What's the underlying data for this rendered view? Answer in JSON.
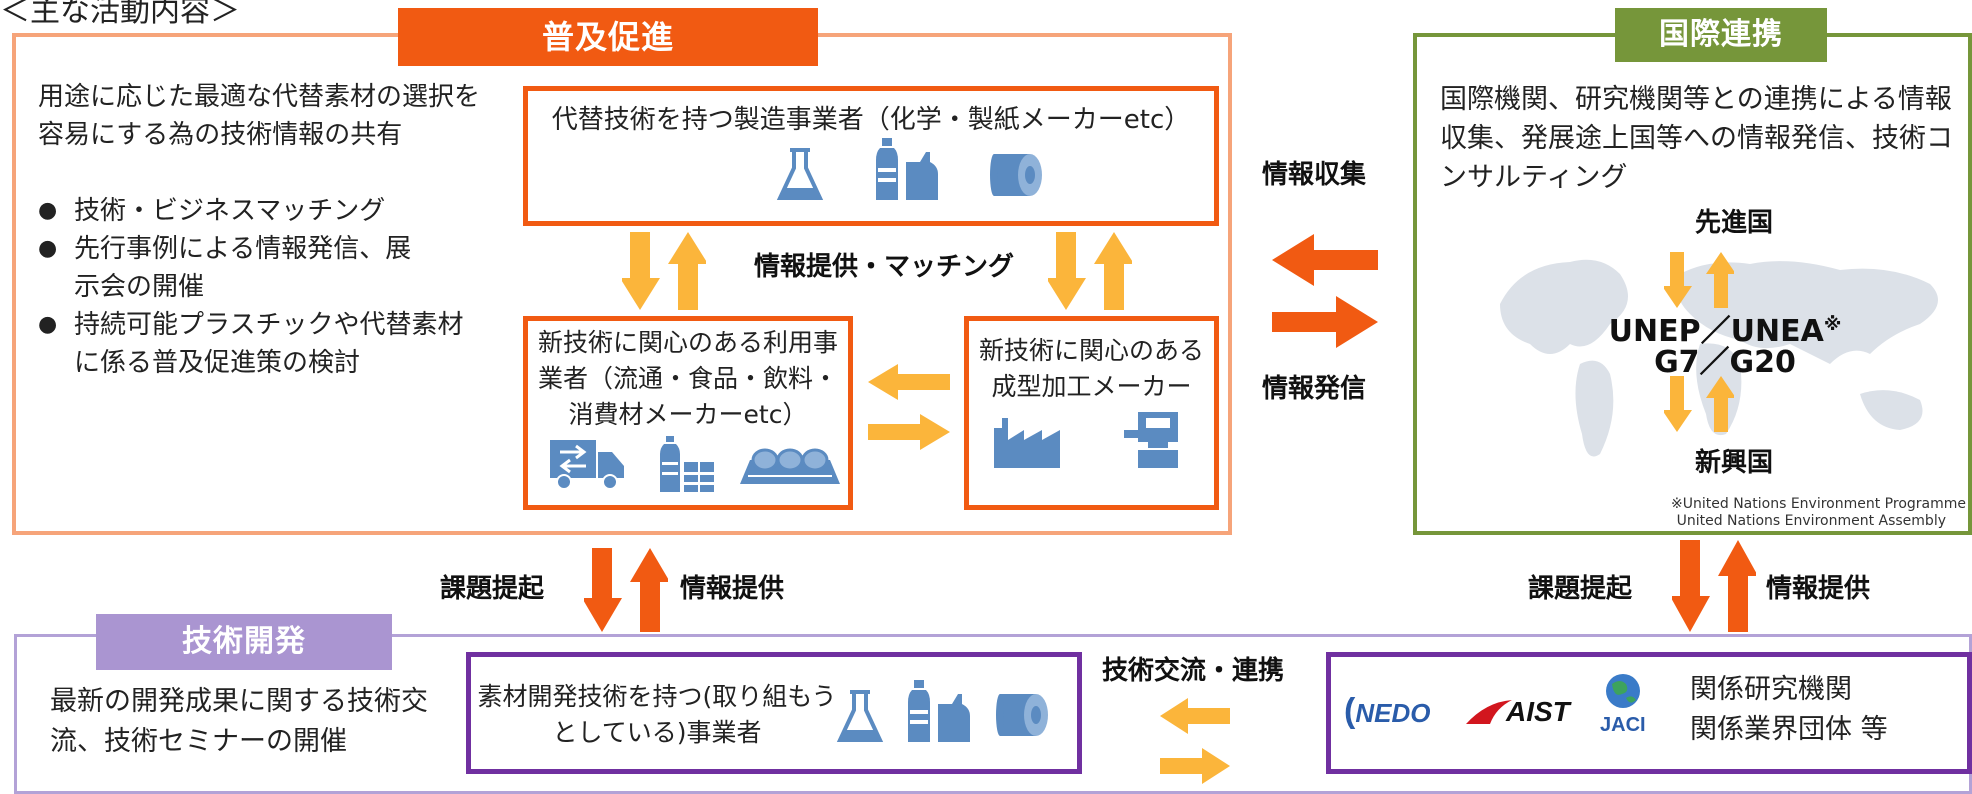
{
  "page_heading": "＜主な活動内容＞",
  "fukyu": {
    "tab": "普及促進",
    "description": "用途に応じた最適な代替素材の選択を容易にする為の技術情報の共有",
    "bullets": [
      "技術・ビジネスマッチング",
      "先行事例による情報発信、展示会の開催",
      "持続可能プラスチックや代替素材に係る普及促進策の検討"
    ],
    "manufacturers": "代替技術を持つ製造事業者（化学・製紙メーカーetc）",
    "matching_label": "情報提供・マッチング",
    "users": "新技術に関心のある利用事業者（流通・食品・飲料・消費材メーカーetc）",
    "converters": "新技術に関心のある成型加工メーカー"
  },
  "middle": {
    "collect": "情報収集",
    "send": "情報発信"
  },
  "kokusai": {
    "tab": "国際連携",
    "description": "国際機関、研究機関等との連携による情報収集、発展途上国等への情報発信、技術コンサルティング",
    "developed": "先進国",
    "unep": "UNEP／UNEA",
    "unep_mark": "※",
    "g7": "G7／G20",
    "emerging": "新興国",
    "footnote1": "※United Nations Environment Programme",
    "footnote2": "United Nations Environment Assembly"
  },
  "links": {
    "issue_left": "課題提起",
    "info_left": "情報提供",
    "issue_right": "課題提起",
    "info_right": "情報提供"
  },
  "gijutsu": {
    "tab": "技術開発",
    "description": "最新の開発成果に関する技術交流、技術セミナーの開催",
    "materials_box": "素材開発技術を持つ(取り組もうとしている)事業者",
    "exchange_label": "技術交流・連携",
    "logo_nedo": "NEDO",
    "logo_aist": "AIST",
    "logo_jaci": "JACI",
    "institutes": "関係研究機関",
    "associations": "関係業界団体 等"
  },
  "colors": {
    "orange_dark": "#f15a12",
    "orange_light": "#f6a47a",
    "arrow_yellow": "#fbb53b",
    "green": "#76963a",
    "purple": "#7030a0",
    "lavender": "#aa95d1",
    "icon_blue": "#5b8bc1"
  }
}
